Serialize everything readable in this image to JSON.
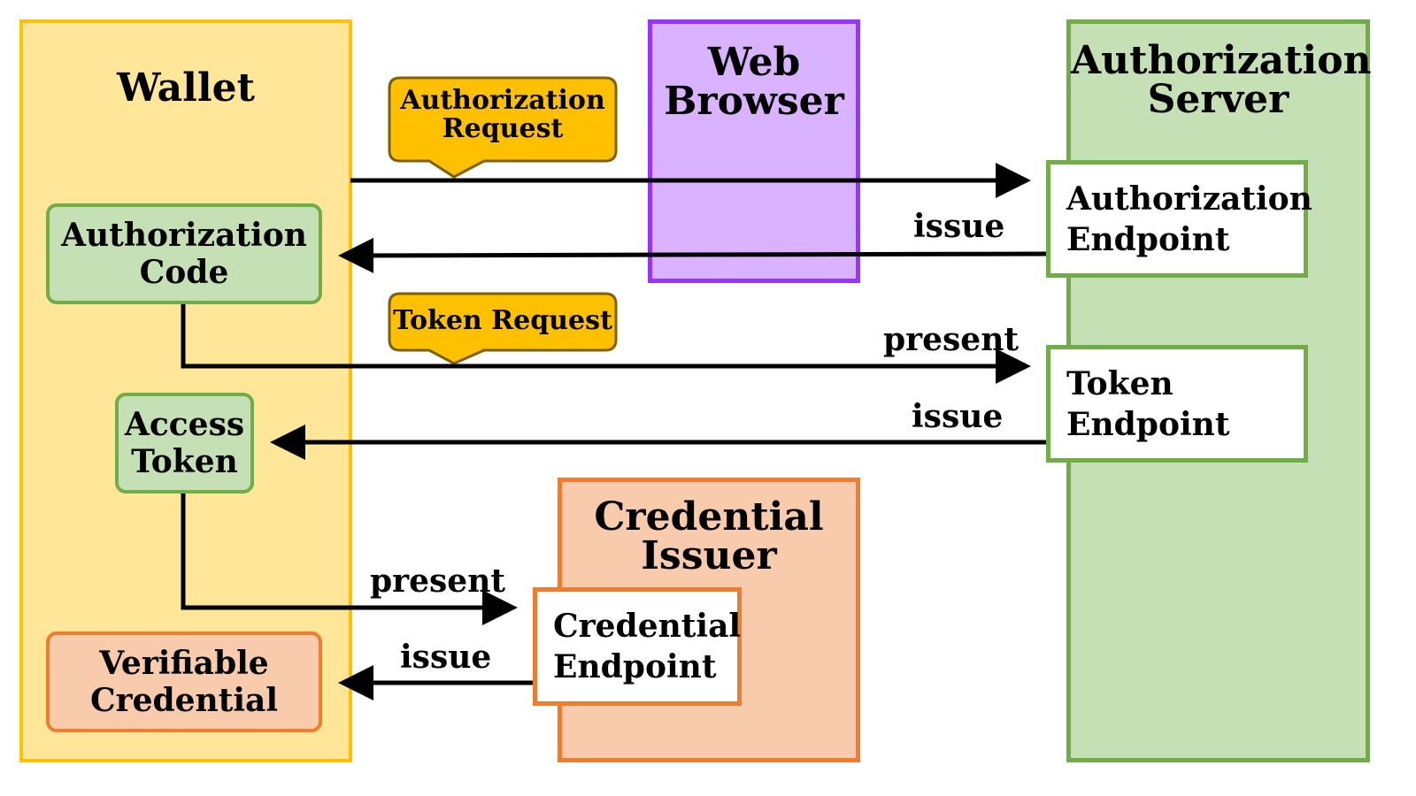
{
  "lanes": {
    "wallet": "Wallet",
    "browser_line1": "Web",
    "browser_line2": "Browser",
    "auth_server_line1": "Authorization",
    "auth_server_line2": "Server",
    "issuer_line1": "Credential",
    "issuer_line2": "Issuer"
  },
  "wallet_items": {
    "auth_code_line1": "Authorization",
    "auth_code_line2": "Code",
    "access_token_line1": "Access",
    "access_token_line2": "Token",
    "vc_line1": "Verifiable",
    "vc_line2": "Credential"
  },
  "endpoints": {
    "authorization_line1": "Authorization",
    "authorization_line2": "Endpoint",
    "token_line1": "Token",
    "token_line2": "Endpoint",
    "credential_line1": "Credential",
    "credential_line2": "Endpoint"
  },
  "callouts": {
    "auth_request_line1": "Authorization",
    "auth_request_line2": "Request",
    "token_request": "Token Request"
  },
  "edge_labels": {
    "issue_code": "issue",
    "present_code": "present",
    "issue_token": "issue",
    "present_token": "present",
    "issue_credential": "issue"
  },
  "colors": {
    "wallet_fill": "#FFE699",
    "wallet_border": "#FFC000",
    "browser_fill": "#D9B3FF",
    "browser_border": "#9933FF",
    "server_fill": "#C5E0B4",
    "server_border": "#70AD47",
    "issuer_fill": "#F8CBAD",
    "issuer_border": "#ED7D31",
    "callout_fill": "#FFC000",
    "callout_border": "#7F6000"
  }
}
